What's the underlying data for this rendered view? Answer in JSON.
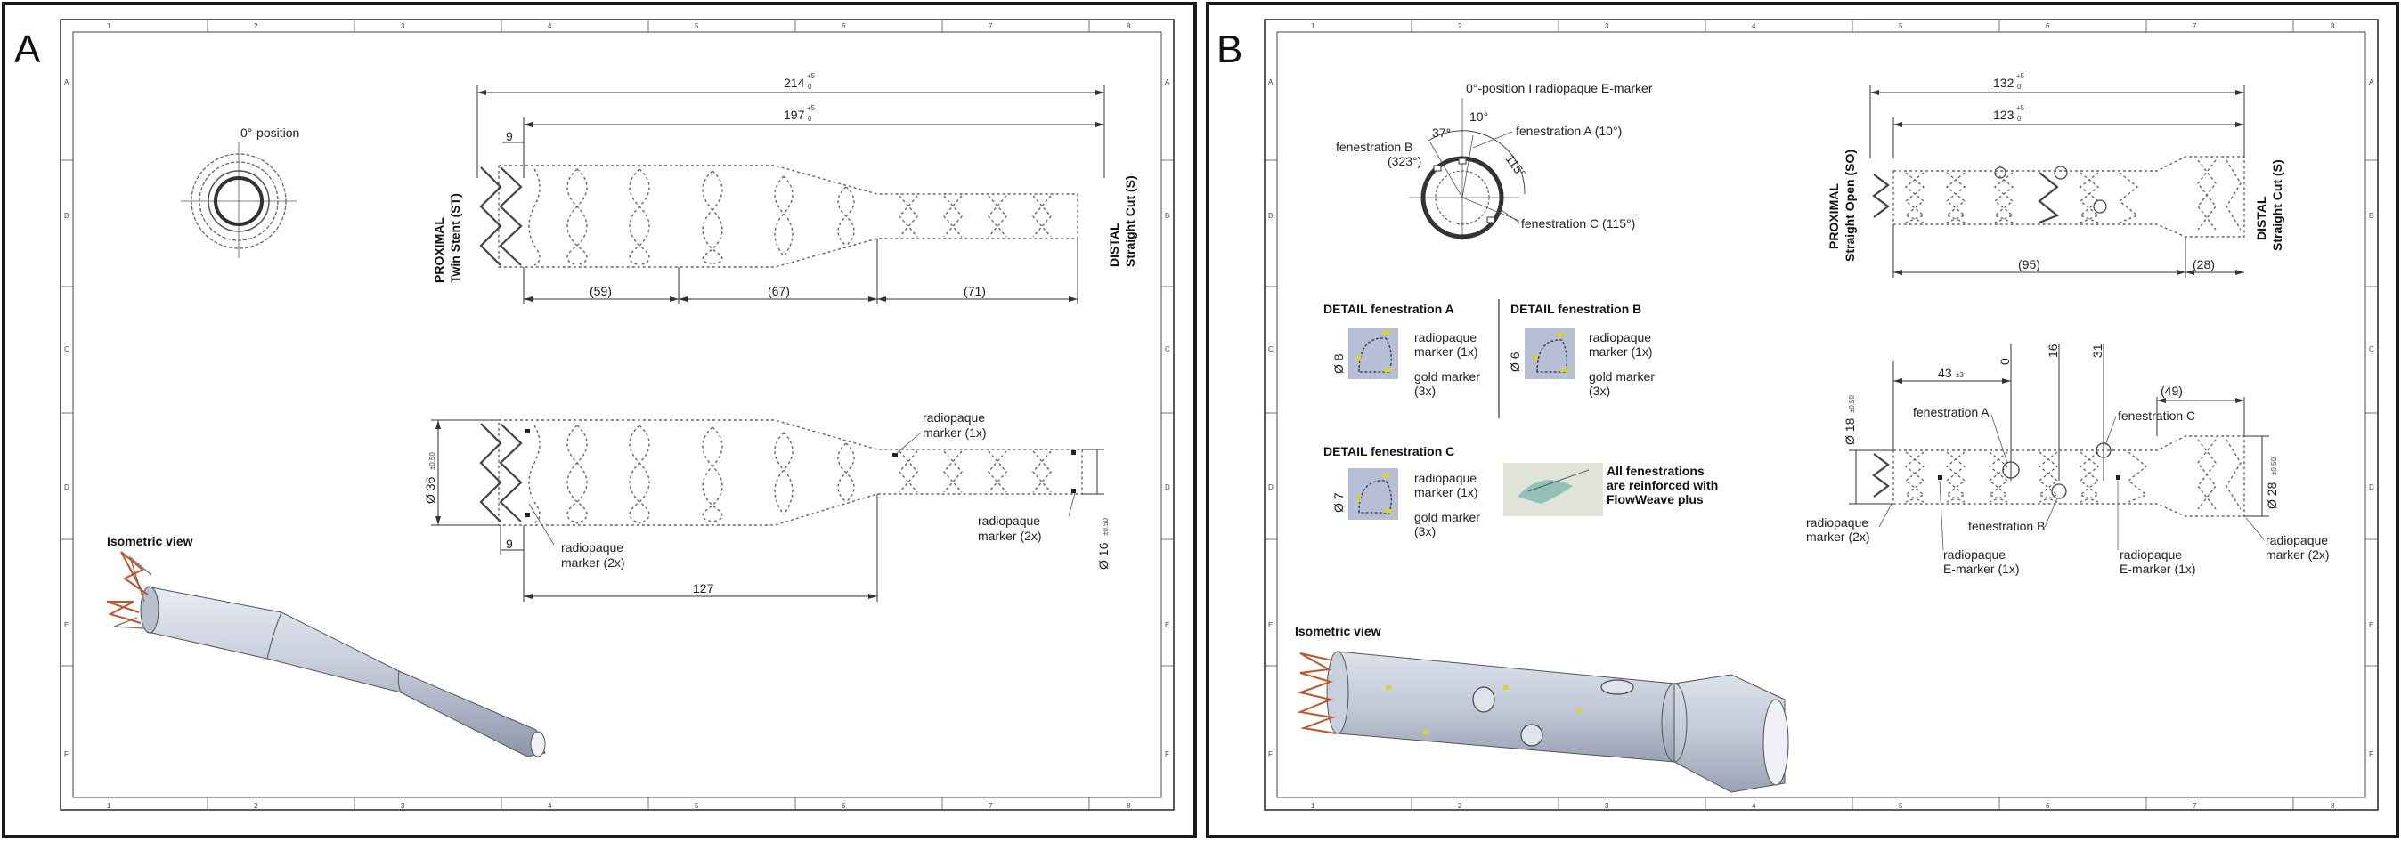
{
  "panels": {
    "a": {
      "letter": "A",
      "zero_position": "0°-position",
      "dim_overall": "214",
      "dim_overall_tol": "+5",
      "dim_overall_tol2": "0",
      "dim_body": "197",
      "dim_body_tol": "+5",
      "dim_body_tol2": "0",
      "dim_9_top": "9",
      "seg1": "(59)",
      "seg2": "(67)",
      "seg3": "(71)",
      "proximal_line1": "PROXIMAL",
      "proximal_line2": "Twin Stent (ST)",
      "distal_line1": "DISTAL",
      "distal_line2": "Straight Cut (S)",
      "diam_36": "Ø 36",
      "diam_36_tol": "±0.50",
      "dim_9_bottom": "9",
      "marker_2x_mid_line1": "radiopaque",
      "marker_2x_mid_line2": "marker (2x)",
      "dim_127": "127",
      "marker_1x_line1": "radiopaque",
      "marker_1x_line2": "marker (1x)",
      "marker_2x_right_line1": "radiopaque",
      "marker_2x_right_line2": "marker (2x)",
      "diam_16": "Ø 16",
      "diam_16_tol": "±0.50",
      "isometric": "Isometric view"
    },
    "b": {
      "letter": "B",
      "zero_position": "0°-position I radiopaque E-marker",
      "angle_37": "37°",
      "angle_10": "10°",
      "angle_115": "115°",
      "fen_a_angle": "fenestration A (10°)",
      "fen_b_line1": "fenestration B",
      "fen_b_line2": "(323°)",
      "fen_c_angle": "fenestration C (115°)",
      "dim_overall": "132",
      "dim_overall_tol": "+5",
      "dim_overall_tol2": "0",
      "dim_body": "123",
      "dim_body_tol": "+5",
      "dim_body_tol2": "0",
      "proximal_line1": "PROXIMAL",
      "proximal_line2": "Straight Open (SO)",
      "distal_line1": "DISTAL",
      "distal_line2": "Straight Cut (S)",
      "seg_95": "(95)",
      "seg_28": "(28)",
      "detail_a_title": "DETAIL fenestration A",
      "detail_b_title": "DETAIL fenestration B",
      "detail_c_title": "DETAIL fenestration C",
      "detail_a_diam": "Ø 8",
      "detail_b_diam": "Ø 6",
      "detail_c_diam": "Ø 7",
      "radiopaque_1x_line1": "radiopaque",
      "radiopaque_1x_line2": "marker (1x)",
      "gold_line1": "gold marker",
      "gold_line2": "(3x)",
      "reinforced_line1": "All fenestrations",
      "reinforced_line2": "are reinforced with",
      "reinforced_line3": "FlowWeave plus",
      "dim_43": "43",
      "dim_43_tol": "±3",
      "dim_0": "0",
      "dim_16": "16",
      "dim_31": "31",
      "dim_49": "(49)",
      "fen_a_label": "fenestration A",
      "fen_b_label": "fenestration B",
      "fen_c_label": "fenestration C",
      "diam_18": "Ø 18",
      "diam_18_tol": "±0.50",
      "diam_28": "Ø 28",
      "diam_28_tol": "±0.50",
      "marker_2x_left_line1": "radiopaque",
      "marker_2x_left_line2": "marker (2x)",
      "e_marker_left_line1": "radiopaque",
      "e_marker_left_line2": "E-marker (1x)",
      "e_marker_right_line1": "radiopaque",
      "e_marker_right_line2": "E-marker (1x)",
      "marker_2x_right_line1": "radiopaque",
      "marker_2x_right_line2": "marker (2x)",
      "isometric": "Isometric view"
    }
  },
  "colors": {
    "stent_body": "#c4cbdb",
    "wire_accent": "#c0552a",
    "detail_box": "#b6bfd6",
    "marker_gold": "#d7d23a"
  }
}
